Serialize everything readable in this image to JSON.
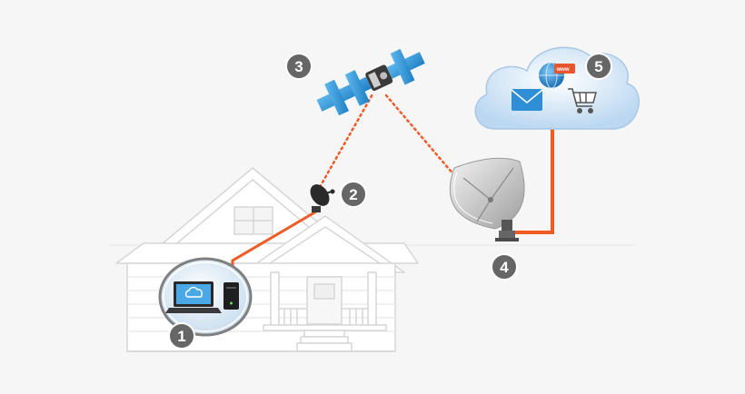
{
  "diagram": {
    "steps": [
      {
        "number": "1"
      },
      {
        "number": "2"
      },
      {
        "number": "3"
      },
      {
        "number": "4"
      },
      {
        "number": "5"
      }
    ],
    "cloud_badge": {
      "text": "www"
    },
    "colors": {
      "wired_link": "#f05a24",
      "wireless_link": "#f05a24",
      "badge_fill": "#666666",
      "house_line": "#d4d4d4",
      "cloud_fill": "#cfe3f5",
      "dish_fill": "#d8d8d8"
    },
    "icons": [
      "laptop-icon",
      "router-icon",
      "satellite-dish-icon",
      "satellite-icon",
      "ground-station-dish-icon",
      "cloud-icon",
      "globe-icon",
      "envelope-icon",
      "shopping-cart-icon"
    ]
  }
}
